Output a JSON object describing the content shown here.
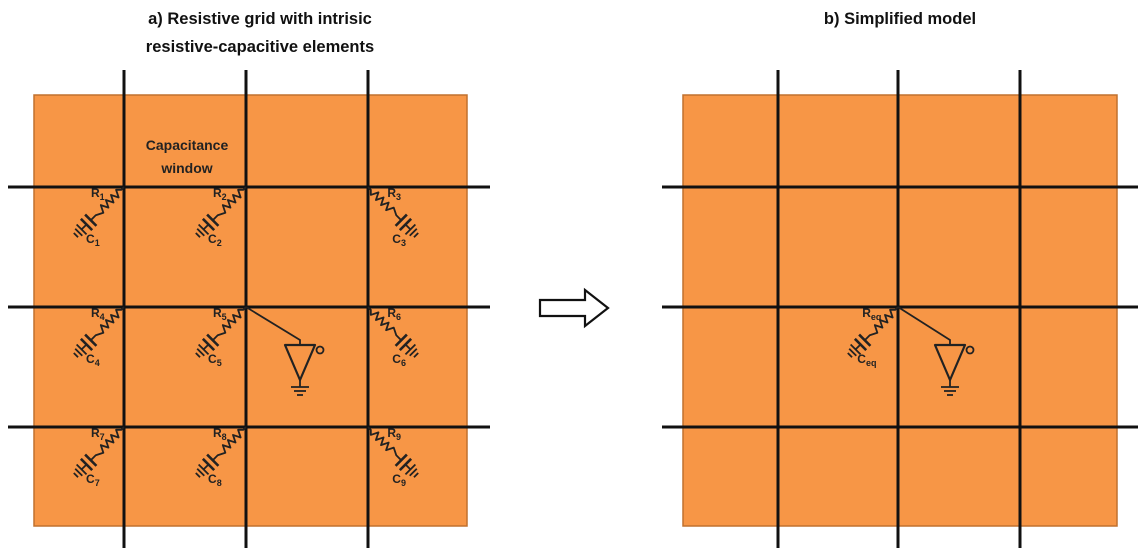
{
  "panel_a": {
    "title_line1": "a) Resistive grid with intrisic",
    "title_line2": "resistive-capacitive elements",
    "window_label_line1": "Capacitance",
    "window_label_line2": "window",
    "elements": [
      {
        "r": "R",
        "r_sub": "1",
        "c": "C",
        "c_sub": "1"
      },
      {
        "r": "R",
        "r_sub": "2",
        "c": "C",
        "c_sub": "2"
      },
      {
        "r": "R",
        "r_sub": "3",
        "c": "C",
        "c_sub": "3"
      },
      {
        "r": "R",
        "r_sub": "4",
        "c": "C",
        "c_sub": "4"
      },
      {
        "r": "R",
        "r_sub": "5",
        "c": "C",
        "c_sub": "5"
      },
      {
        "r": "R",
        "r_sub": "6",
        "c": "C",
        "c_sub": "6"
      },
      {
        "r": "R",
        "r_sub": "7",
        "c": "C",
        "c_sub": "7"
      },
      {
        "r": "R",
        "r_sub": "8",
        "c": "C",
        "c_sub": "8"
      },
      {
        "r": "R",
        "r_sub": "9",
        "c": "C",
        "c_sub": "9"
      }
    ]
  },
  "panel_b": {
    "title": "b) Simplified model",
    "element": {
      "r": "R",
      "r_sub": "eq",
      "c": "C",
      "c_sub": "eq"
    }
  },
  "colors": {
    "fill": "#f79646",
    "border": "#c0712e",
    "grid": "#111111"
  }
}
